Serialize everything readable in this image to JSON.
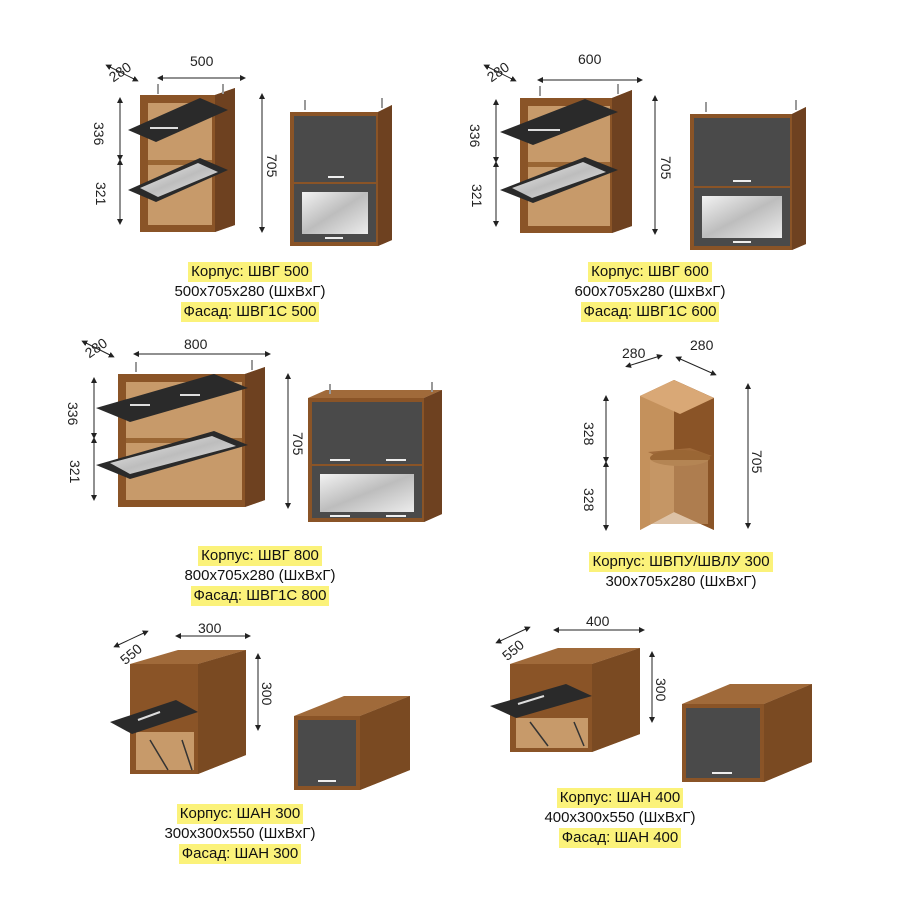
{
  "colors": {
    "wood": "#8a5427",
    "wood_light": "#b07a48",
    "wood_side": "#a06a3a",
    "inner": "#c79a6a",
    "facade": "#4a4a4a",
    "facade_dark": "#2e2e2e",
    "glass": "#dcdcdc",
    "highlight": "#fbf27a"
  },
  "blocks": [
    {
      "id": "shvg500",
      "dims": {
        "depth": "280",
        "width": "500",
        "top_h": "336",
        "bottom_h": "321",
        "height": "705"
      },
      "lines": [
        {
          "text": "Корпус: ШВГ 500",
          "hl": true
        },
        {
          "text": "500x705x280 (ШxВxГ)",
          "hl": false
        },
        {
          "text": "Фасад: ШВГ1С 500",
          "hl": true
        }
      ]
    },
    {
      "id": "shvg600",
      "dims": {
        "depth": "280",
        "width": "600",
        "top_h": "336",
        "bottom_h": "321",
        "height": "705"
      },
      "lines": [
        {
          "text": "Корпус: ШВГ 600",
          "hl": true
        },
        {
          "text": "600x705x280 (ШxВxГ)",
          "hl": false
        },
        {
          "text": "Фасад: ШВГ1С 600",
          "hl": true
        }
      ]
    },
    {
      "id": "shvg800",
      "dims": {
        "depth": "280",
        "width": "800",
        "top_h": "336",
        "bottom_h": "321",
        "height": "705"
      },
      "lines": [
        {
          "text": "Корпус: ШВГ 800",
          "hl": true
        },
        {
          "text": "800x705x280 (ШxВxГ)",
          "hl": false
        },
        {
          "text": "Фасад: ШВГ1С 800",
          "hl": true
        }
      ]
    },
    {
      "id": "shvpu300",
      "dims": {
        "depth_a": "280",
        "depth_b": "280",
        "top_h": "328",
        "bottom_h": "328",
        "height": "705"
      },
      "lines": [
        {
          "text": "Корпус: ШВПУ/ШВЛУ 300",
          "hl": true
        },
        {
          "text": "300x705x280 (ШxВxГ)",
          "hl": false
        }
      ]
    },
    {
      "id": "shan300",
      "dims": {
        "depth": "550",
        "width": "300",
        "height": "300"
      },
      "lines": [
        {
          "text": "Корпус: ШАН 300",
          "hl": true
        },
        {
          "text": "300x300x550 (ШxВxГ)",
          "hl": false
        },
        {
          "text": "Фасад: ШАН 300",
          "hl": true
        }
      ]
    },
    {
      "id": "shan400",
      "dims": {
        "depth": "550",
        "width": "400",
        "height": "300"
      },
      "lines": [
        {
          "text": "Корпус: ШАН 400",
          "hl": true
        },
        {
          "text": "400x300x550 (ШxВxГ)",
          "hl": false
        },
        {
          "text": "Фасад: ШАН 400",
          "hl": true
        }
      ]
    }
  ]
}
